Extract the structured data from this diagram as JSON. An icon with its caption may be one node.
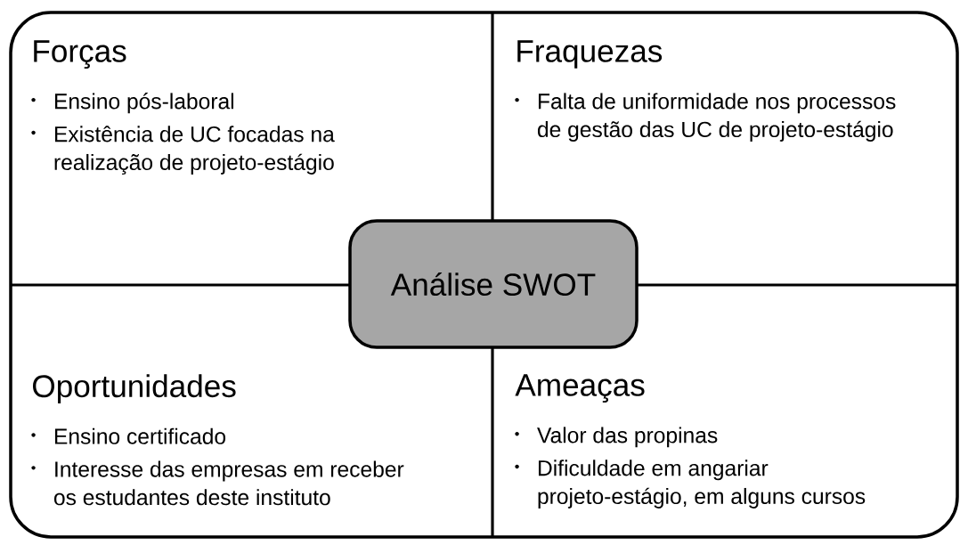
{
  "diagram": {
    "nodes": [
      {
        "text": [
          "Forças",
          "Ensino pós-laboral",
          "Existência de UC focadas na realização de projeto-estágio"
        ]
      },
      {
        "text": [
          "Fraquezas",
          "Falta de uniformidade nos processos de gestão das UC de projeto-estágio"
        ]
      },
      {
        "text": [
          "Oportunidades",
          "Ensino certificado",
          "Interesse das empresas em receber os estudantes deste instituto"
        ]
      },
      {
        "text": [
          "Ameaças",
          "Valor das propinas",
          "Dificuldade em angariar projeto-estágio, em alguns cursos"
        ]
      },
      {
        "text": [
          "Análise SWOT"
        ]
      }
    ]
  }
}
